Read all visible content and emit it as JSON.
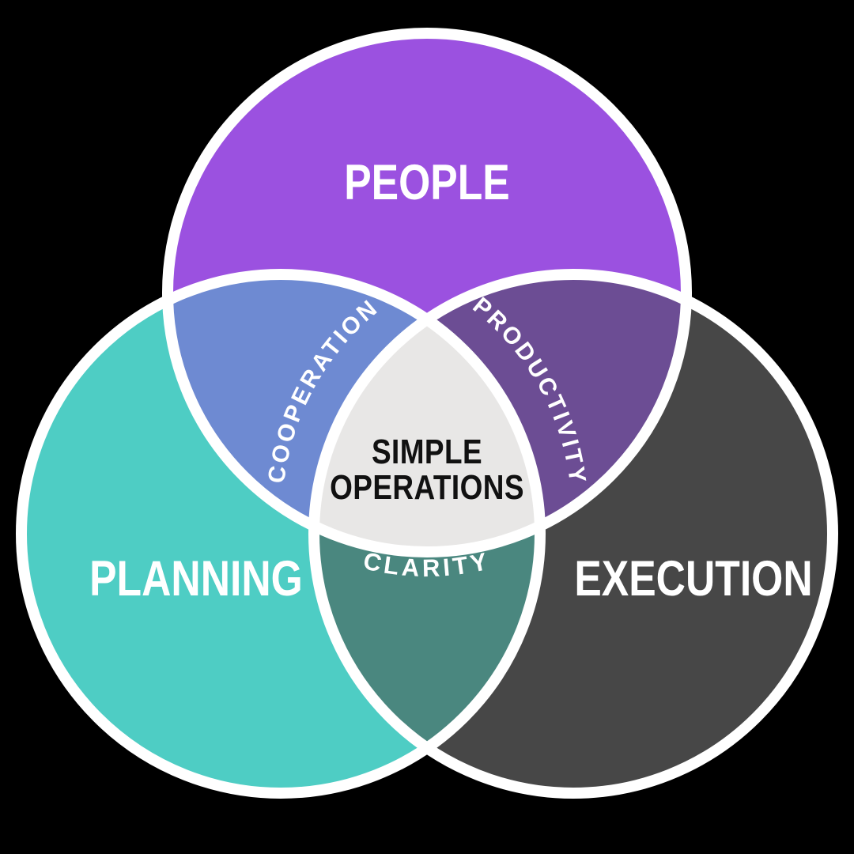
{
  "diagram": {
    "type": "venn-3-circle",
    "title": "Simple Operations Venn Diagram",
    "background_color": "#000000",
    "stroke_color": "#FFFFFF",
    "stroke_width": 14
  },
  "sets": [
    {
      "id": "people",
      "label": "PEOPLE",
      "color": "#9B51E0",
      "position": "top"
    },
    {
      "id": "planning",
      "label": "PLANNING",
      "color": "#4ECDC4",
      "position": "bottom-left"
    },
    {
      "id": "execution",
      "label": "EXECUTION",
      "color": "#474747",
      "position": "bottom-right"
    }
  ],
  "intersections": [
    {
      "id": "cooperation",
      "label": "COOPERATION",
      "color": "#6E8AD2",
      "between": "people + planning",
      "position": "upper-left"
    },
    {
      "id": "productivity",
      "label": "PRODUCTIVITY",
      "color": "#6C4D94",
      "between": "people + execution",
      "position": "upper-right"
    },
    {
      "id": "clarity",
      "label": "CLARITY",
      "color": "#4A877F",
      "between": "planning + execution",
      "position": "bottom"
    }
  ],
  "center": {
    "id": "simple-operations",
    "label_line1": "SIMPLE",
    "label_line2": "OPERATIONS",
    "color": "#E8E7E6",
    "text_color": "#111111"
  }
}
